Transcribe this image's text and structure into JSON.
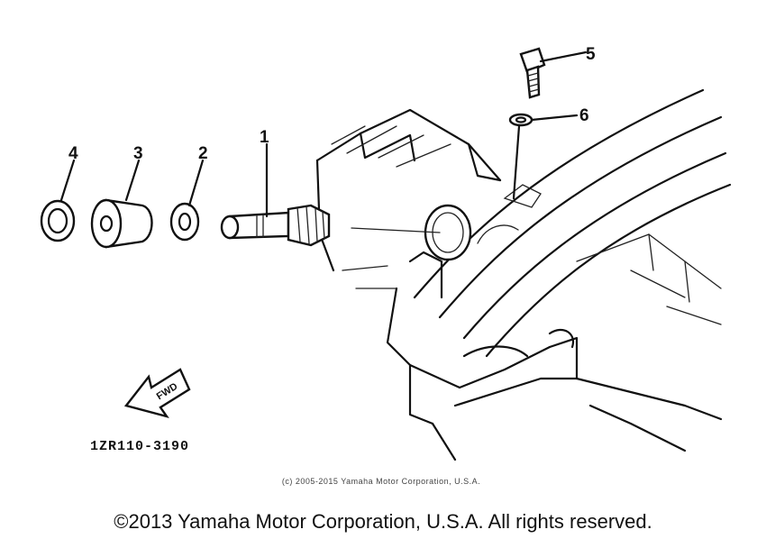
{
  "callouts": {
    "c1": "1",
    "c2": "2",
    "c3": "3",
    "c4": "4",
    "c5": "5",
    "c6": "6"
  },
  "arrow_label": "FWD",
  "part_code": "1ZR110-3190",
  "diagram_copyright": "(c) 2005-2015 Yamaha Motor Corporation, U.S.A.",
  "footer_copyright": "©2013 Yamaha Motor Corporation, U.S.A. All rights reserved."
}
